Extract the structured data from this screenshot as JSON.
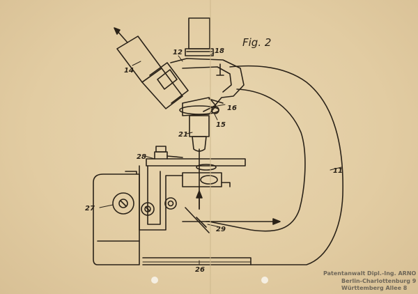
{
  "figure": {
    "title": "Fig. 2"
  },
  "labels": {
    "eyepiece": "14",
    "prism_housing": "12",
    "tube_ring": "18",
    "arm": "11",
    "pivot": "16",
    "nosepiece": "15",
    "objective": "21",
    "stage_knob": "28",
    "focus_knob": "27",
    "lever": "29",
    "base": "26"
  },
  "stamp": {
    "line1": "Patentanwalt Dipl.-Ing. ARNO SCHMID",
    "line2": "Berlin-Charlottenburg 9",
    "line3": "Württemberg Allee 8"
  },
  "colors": {
    "paper": "#e3cfa6",
    "ink": "#2a2218",
    "stamp": "#6e6658"
  }
}
